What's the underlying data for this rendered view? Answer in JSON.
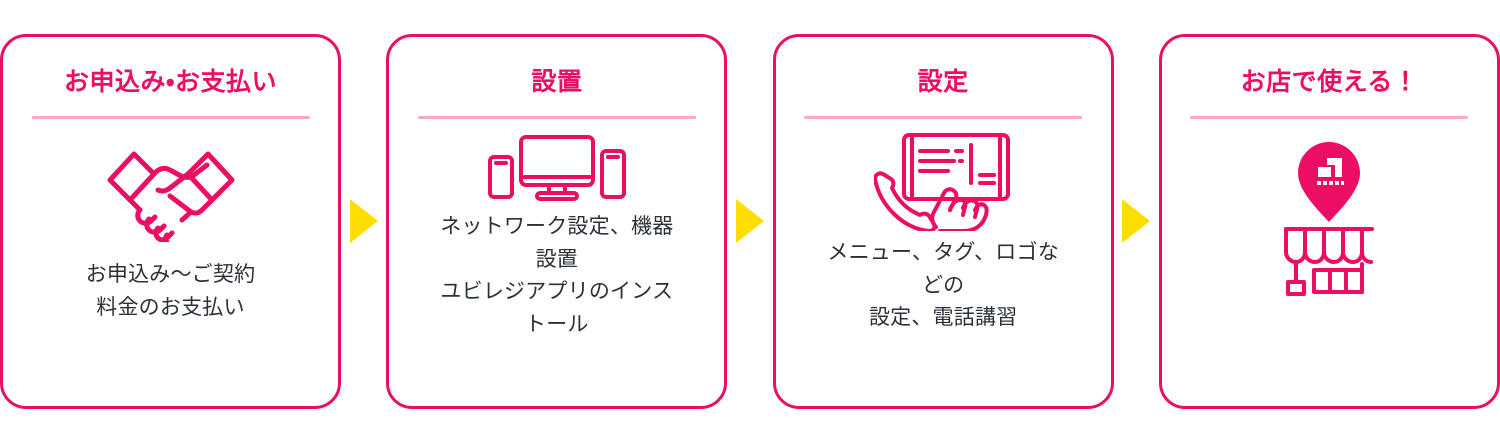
{
  "theme": {
    "accent_pink": "#ec0e64",
    "divider_pink": "#f9a8c8",
    "arrow_yellow": "#ffdd00",
    "body_text": "#2b3138",
    "background": "#ffffff"
  },
  "flow": {
    "arrow_label": "▶",
    "steps": [
      {
        "id": "step-apply-pay",
        "title": "お申込み・お支払い",
        "icon": "handshake-icon",
        "body_lines": [
          "お申込み〜ご契約",
          "料金のお支払い"
        ]
      },
      {
        "id": "step-installation",
        "title": "設置",
        "icon": "devices-icon",
        "body_lines": [
          "ネットワーク設定、機器",
          "設置",
          "ユビレジアプリのインス",
          "トール"
        ]
      },
      {
        "id": "step-settings",
        "title": "設定",
        "icon": "tablet-touch-phone-icon",
        "body_lines": [
          "メニュー、タグ、ロゴな",
          "どの",
          "設定、電話講習"
        ]
      },
      {
        "id": "step-ready-in-store",
        "title": "お店で使える！",
        "icon": "storefront-pin-icon",
        "body_lines": []
      }
    ]
  }
}
